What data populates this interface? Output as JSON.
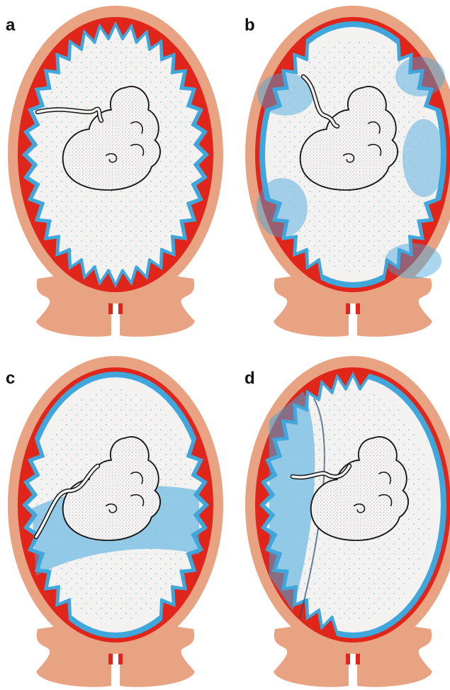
{
  "figure": {
    "panels": [
      {
        "label": "a",
        "placenta": "circumferential",
        "fluid_fill": "none"
      },
      {
        "label": "b",
        "placenta": "four-lobed",
        "fluid_fill": "partial"
      },
      {
        "label": "c",
        "placenta": "band",
        "fluid_fill": "lower-band"
      },
      {
        "label": "d",
        "placenta": "lateral",
        "fluid_fill": "left-wedge"
      }
    ],
    "colors": {
      "uterus": "#E8A382",
      "decidua": "#E0261B",
      "chorion": "#3FA7DC",
      "cavity": "#F4F1F1",
      "dots": "#7EC6E0",
      "outline": "#151515"
    }
  }
}
